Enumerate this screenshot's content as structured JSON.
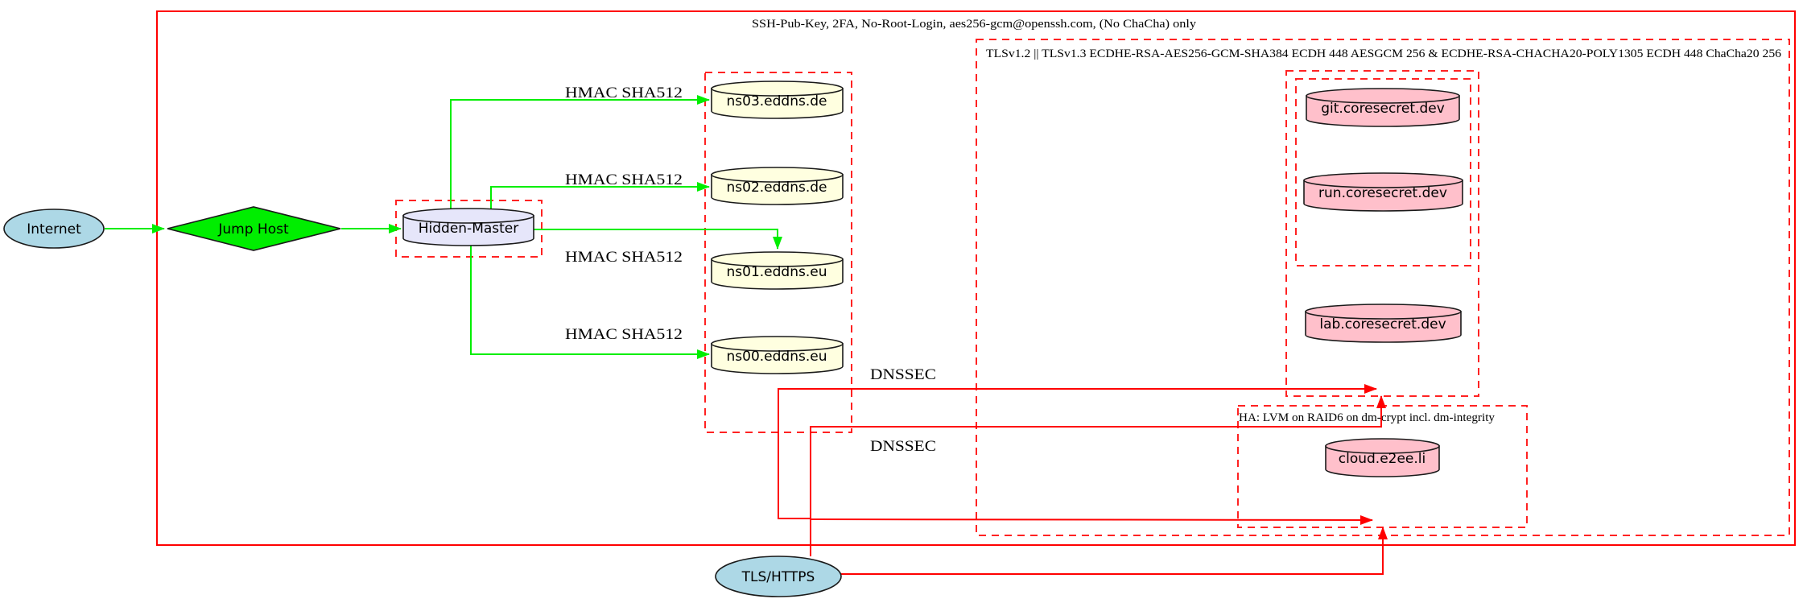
{
  "diagram": {
    "clusters": {
      "ssh": {
        "label": "SSH-Pub-Key, 2FA, No-Root-Login, aes256-gcm@openssh.com, (No ChaCha) only"
      },
      "tls": {
        "label": "TLSv1.2 || TLSv1.3 ECDHE-RSA-AES256-GCM-SHA384 ECDH 448 AESGCM 256 & ECDHE-RSA-CHACHA20-POLY1305 ECDH 448 ChaCha20 256"
      },
      "ha": {
        "label": "HA: LVM on RAID6 on dm-crypt incl. dm-integrity"
      }
    },
    "nodes": {
      "internet": "Internet",
      "jump_host": "Jump Host",
      "hidden_master": "Hidden-Master",
      "ns03": "ns03.eddns.de",
      "ns02": "ns02.eddns.de",
      "ns01": "ns01.eddns.eu",
      "ns00": "ns00.eddns.eu",
      "git": "git.coresecret.dev",
      "run": "run.coresecret.dev",
      "lab": "lab.coresecret.dev",
      "cloud": "cloud.e2ee.li",
      "tls_https": "TLS/HTTPS"
    },
    "edge_labels": {
      "hmac_ns03": "HMAC SHA512",
      "hmac_ns02": "HMAC SHA512",
      "hmac_ns01": "HMAC SHA512",
      "hmac_ns00": "HMAC SHA512",
      "dnssec_top": "DNSSEC",
      "dnssec_bottom": "DNSSEC"
    },
    "colors": {
      "edge_green": "#00ee00",
      "edge_red": "#ff0000",
      "cluster_border_red": "#ff2222",
      "node_lightblue": "#add8e6",
      "node_green": "#00ee00",
      "node_lavender": "#e6e6fa",
      "node_lightyellow": "#ffffe0",
      "node_pink": "#ffc0cb"
    }
  }
}
